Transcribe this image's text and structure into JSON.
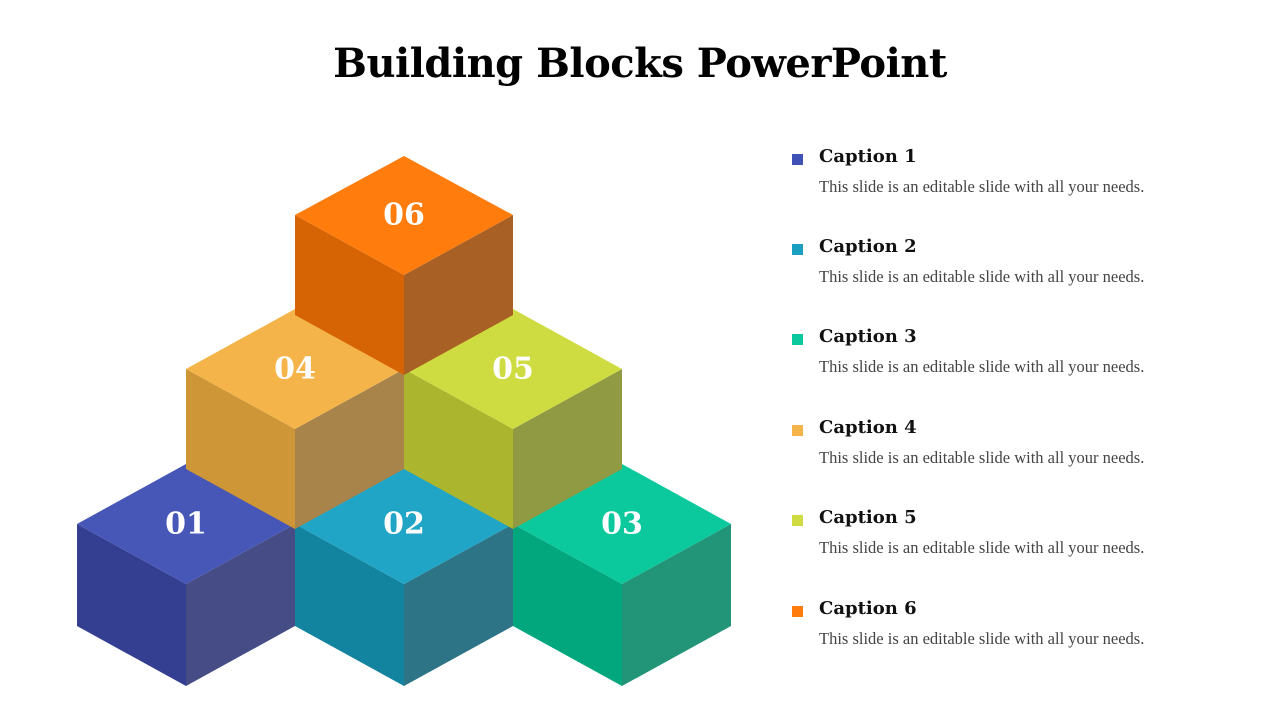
{
  "title": "Building Blocks PowerPoint",
  "blocks": [
    {
      "label": "01",
      "top": "#4757b8",
      "left": "#353f92",
      "right": "#464d86"
    },
    {
      "label": "02",
      "top": "#20a5c7",
      "left": "#13849f",
      "right": "#2e7487"
    },
    {
      "label": "03",
      "top": "#0bc99c",
      "left": "#02a77e",
      "right": "#229478"
    },
    {
      "label": "04",
      "top": "#f5b44a",
      "left": "#ce9636",
      "right": "#a8844b"
    },
    {
      "label": "05",
      "top": "#cfdc41",
      "left": "#abb52d",
      "right": "#8f9a42"
    },
    {
      "label": "06",
      "top": "#ff7c0d",
      "left": "#d66404",
      "right": "#a86024"
    }
  ],
  "captions": [
    {
      "title": "Caption 1",
      "text": "This slide is an editable slide with all your needs.",
      "color": "#3f51b5"
    },
    {
      "title": "Caption 2",
      "text": "This slide is an editable slide with all your needs.",
      "color": "#1a9fc0"
    },
    {
      "title": "Caption 3",
      "text": "This slide is an editable slide with all your needs.",
      "color": "#0bc99c"
    },
    {
      "title": "Caption 4",
      "text": "This slide is an editable slide with all your needs.",
      "color": "#f5b44a"
    },
    {
      "title": "Caption 5",
      "text": "This slide is an editable slide with all your needs.",
      "color": "#cfdc41"
    },
    {
      "title": "Caption 6",
      "text": "This slide is an editable slide with all your needs.",
      "color": "#ff7c0d"
    }
  ]
}
